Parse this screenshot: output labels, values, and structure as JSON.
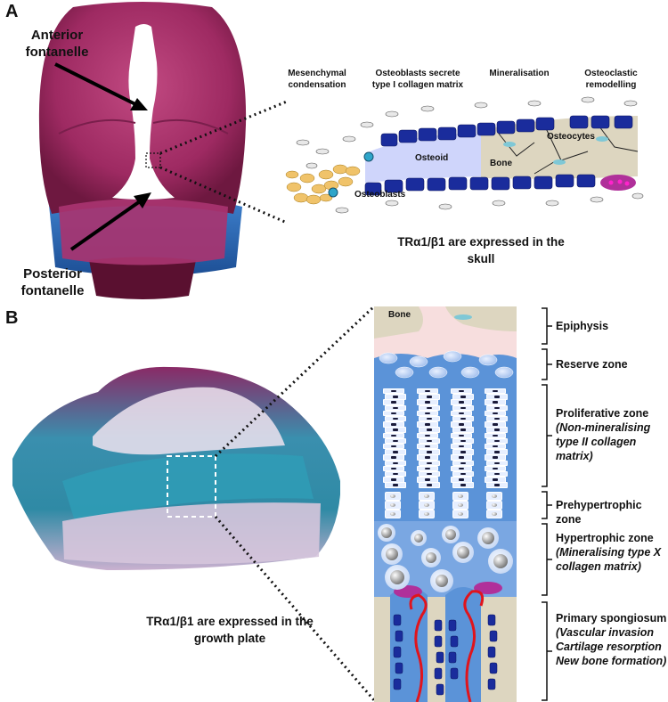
{
  "panel_a": {
    "letter": "A",
    "anterior_label": [
      "Anterior",
      "fontanelle"
    ],
    "posterior_label": [
      "Posterior",
      "fontanelle"
    ],
    "stages": [
      [
        "Mesenchymal",
        "condensation"
      ],
      [
        "Osteoblasts secrete",
        "type I collagen matrix"
      ],
      [
        "Mineralisation"
      ],
      [
        "Osteoclastic",
        "remodelling"
      ]
    ],
    "inset_labels": {
      "osteoid": "Osteoid",
      "bone": "Bone",
      "osteocytes": "Osteocytes",
      "osteoblasts": "Osteoblasts"
    },
    "caption": [
      "TRα1/β1 are expressed in the",
      "skull"
    ]
  },
  "panel_b": {
    "letter": "B",
    "bone_label": "Bone",
    "caption": [
      "TRα1/β1 are expressed in the",
      "growth plate"
    ],
    "zones": {
      "epiphysis": {
        "title": "Epiphysis",
        "sub": []
      },
      "reserve": {
        "title": "Reserve zone",
        "sub": []
      },
      "proliferative": {
        "title": "Proliferative zone",
        "sub": [
          "(Non-mineralising",
          "type II collagen matrix)"
        ]
      },
      "prehypertrophic": {
        "title": "Prehypertrophic zone",
        "sub": []
      },
      "hypertrophic": {
        "title": "Hypertrophic zone",
        "sub": [
          "(Mineralising type X",
          "collagen matrix)"
        ]
      },
      "primary": {
        "title": "Primary spongiosum",
        "sub": [
          "(Vascular invasion",
          "Cartilage resorption",
          "New bone formation)"
        ]
      }
    }
  },
  "colors": {
    "stain_pink": "#b8306a",
    "stain_blue": "#3a7fc4",
    "cartilage_blue": "#5b93d8",
    "osteoblast": "#1a2c9c",
    "bone_beige": "#ddd6c0",
    "vessel_red": "#e0141c",
    "osteoclast": "#b0309a"
  }
}
